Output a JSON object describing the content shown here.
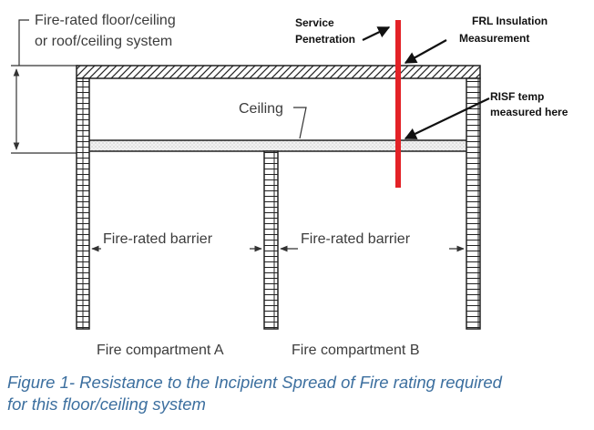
{
  "labels": {
    "system_line1": "Fire-rated floor/ceiling",
    "system_line2": "or roof/ceiling system",
    "service_line1": "Service",
    "service_line2": "Penetration",
    "frl_line1": "FRL Insulation",
    "frl_line2": "Measurement",
    "risf_line1": "RISF temp",
    "risf_line2": "measured here",
    "ceiling": "Ceiling",
    "barrier_left": "Fire-rated barrier",
    "barrier_right": "Fire-rated barrier",
    "compartment_a": "Fire compartment A",
    "compartment_b": "Fire compartment B"
  },
  "caption": {
    "line1": "Figure 1- Resistance to the Incipient Spread of Fire rating required",
    "line2": "for this floor/ceiling system"
  },
  "colors": {
    "penetration": "#e32227",
    "caption": "#3c6f9f",
    "line": "#222222"
  }
}
